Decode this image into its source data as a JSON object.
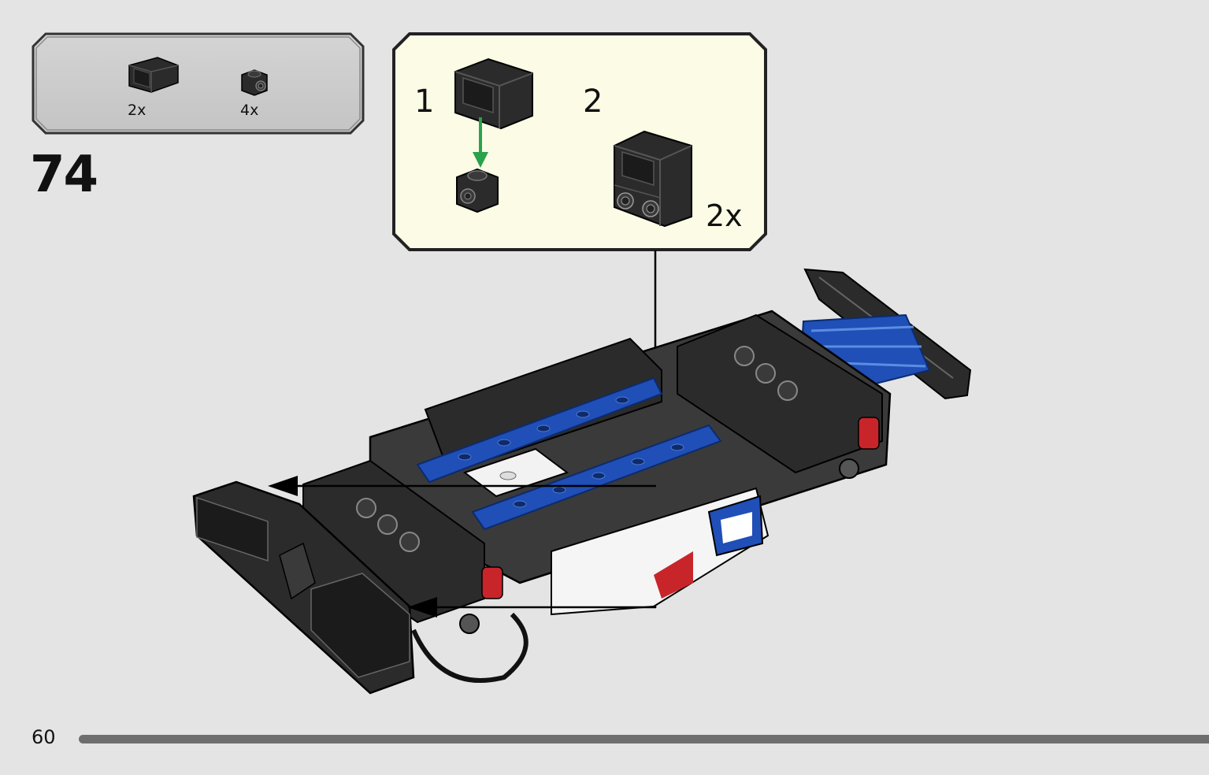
{
  "parts_list": {
    "items": [
      {
        "name": "black-panel-brick-1x2",
        "qty": "2x"
      },
      {
        "name": "black-brick-1x1-with-stud",
        "qty": "4x"
      }
    ]
  },
  "step": {
    "number": "74"
  },
  "substeps": {
    "labels": [
      "1",
      "2"
    ],
    "repeat": "2x"
  },
  "page": {
    "number": "60"
  },
  "colors": {
    "page_bg": "#e4e4e4",
    "parts_box_bg": "#cfcfcf",
    "substep_box_bg": "#fbfbe6",
    "brick_black": "#2b2b2b",
    "brick_blue": "#1f4fb7",
    "arrow_green": "#2aa14b",
    "accent_red": "#c8252b"
  }
}
